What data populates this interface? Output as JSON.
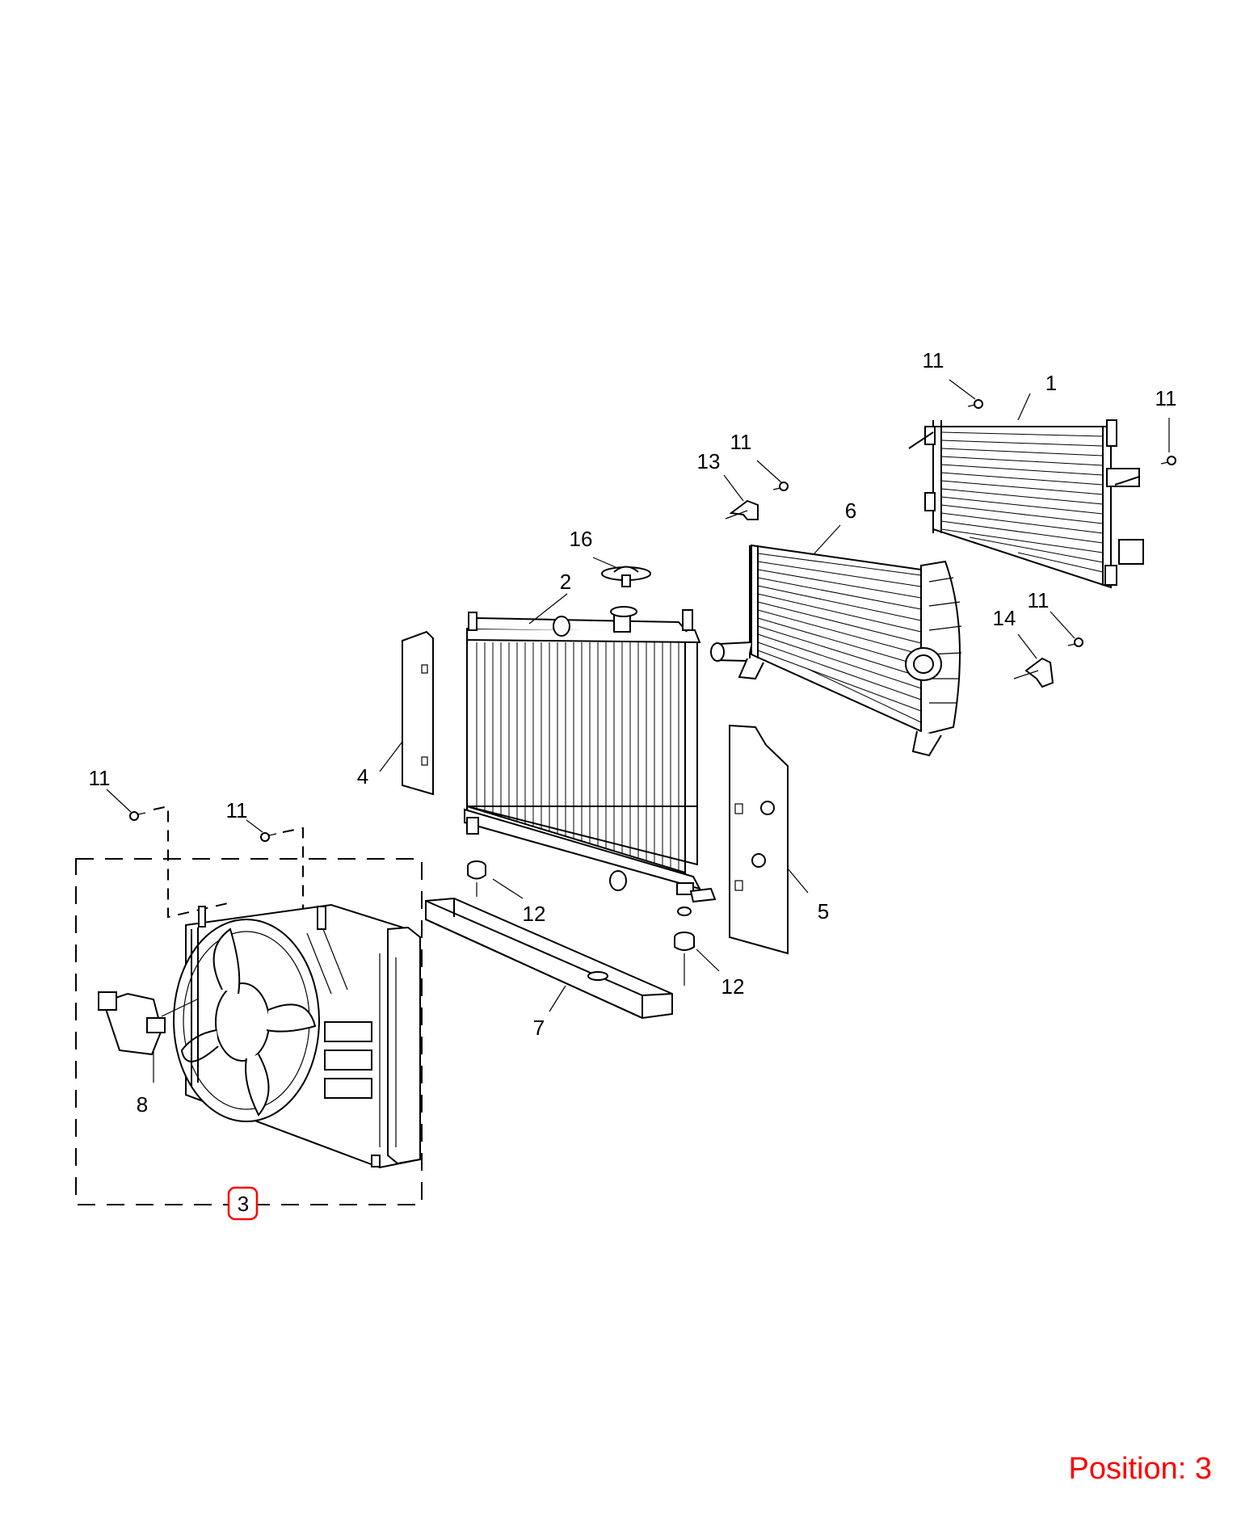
{
  "callouts": {
    "c1": "1",
    "c2": "2",
    "c3": "3",
    "c4": "4",
    "c5": "5",
    "c6": "6",
    "c7": "7",
    "c8": "8",
    "c11a": "11",
    "c11b": "11",
    "c11c": "11",
    "c11d": "11",
    "c11e": "11",
    "c11f": "11",
    "c12a": "12",
    "c12b": "12",
    "c13": "13",
    "c14": "14",
    "c16": "16"
  },
  "highlighted_callout": "3",
  "highlight_color": "#ff0000",
  "position_label": "Position: 3"
}
